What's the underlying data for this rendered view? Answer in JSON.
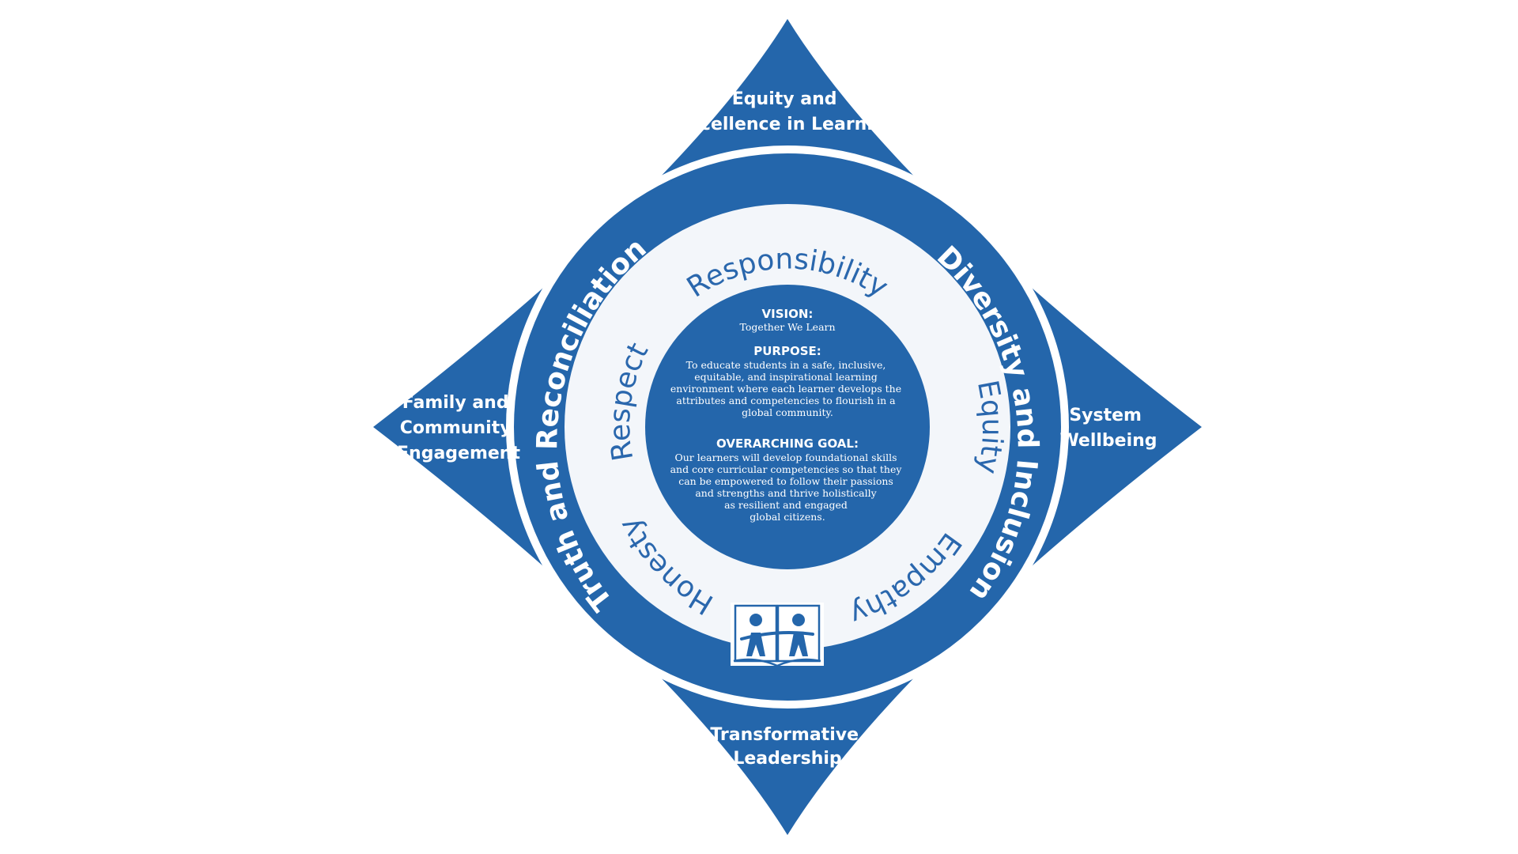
{
  "colors": {
    "brand_blue": "#2466ab",
    "value_ring": "#f3f6fa",
    "background": "#ffffff"
  },
  "quadrants": {
    "top": [
      "Equity and",
      "Excellence in Learning"
    ],
    "left": [
      "Family and",
      "Community",
      "Engagement"
    ],
    "right": [
      "System",
      "Wellbeing"
    ],
    "bottom": [
      "Transformative",
      "Leadership"
    ]
  },
  "band": {
    "left": "Truth and Reconciliation",
    "right": "Diversity and Inclusion"
  },
  "values": {
    "responsibility": "Responsibility",
    "equity": "Equity",
    "empathy": "Empathy",
    "honesty": "Honesty",
    "respect": "Respect"
  },
  "center": {
    "vision_heading": "VISION:",
    "vision_text": "Together We Learn",
    "purpose_heading": "PURPOSE:",
    "purpose_lines": [
      "To educate students in a safe, inclusive,",
      "equitable, and inspirational learning",
      "environment where each learner develops the",
      "attributes and competencies to flourish in a",
      "global community."
    ],
    "goal_heading": "OVERARCHING GOAL:",
    "goal_lines": [
      "Our learners will develop foundational skills",
      "and core curricular competencies so that they",
      "can be empowered to follow their passions",
      "and strengths and thrive holistically",
      "as resilient and engaged",
      "global citizens."
    ]
  },
  "logo": {
    "icon": "open-book-two-figures-icon"
  }
}
